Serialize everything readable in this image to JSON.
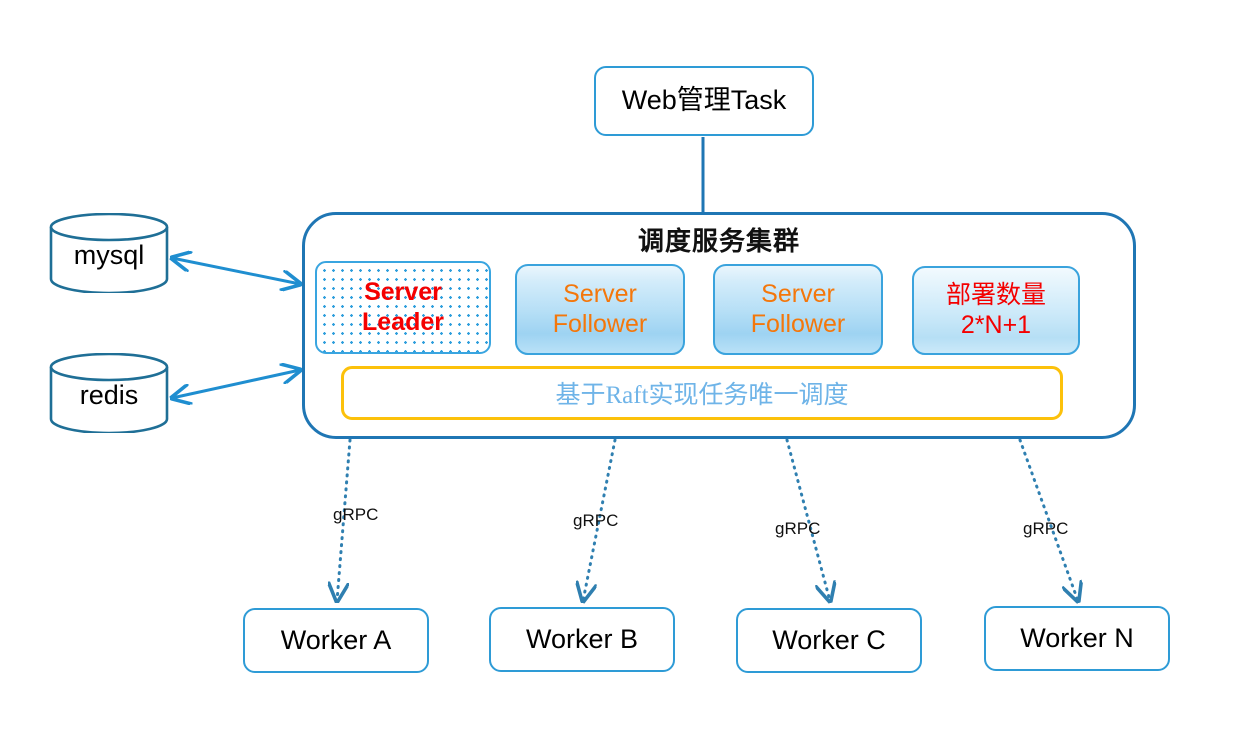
{
  "diagram": {
    "title": "调度服务集群",
    "type": "architecture-diagram"
  },
  "top": {
    "web_task": "Web管理Task"
  },
  "cluster": {
    "title": "调度服务集群",
    "nodes": [
      {
        "id": "leader",
        "line1": "Server",
        "line2": "Leader",
        "role": "leader",
        "text_color": "#f40000"
      },
      {
        "id": "follower1",
        "line1": "Server",
        "line2": "Follower",
        "role": "follower",
        "text_color": "#f4770b"
      },
      {
        "id": "follower2",
        "line1": "Server",
        "line2": "Follower",
        "role": "follower",
        "text_color": "#f4770b"
      },
      {
        "id": "count",
        "line1": "部署数量",
        "line2": "2*N+1",
        "role": "note",
        "text_color": "#f40000"
      }
    ],
    "raft_bar": "基于Raft实现任务唯一调度"
  },
  "datastores": [
    {
      "id": "mysql",
      "label": "mysql"
    },
    {
      "id": "redis",
      "label": "redis"
    }
  ],
  "workers": [
    {
      "id": "worker-a",
      "label": "Worker A",
      "edge_label": "gRPC"
    },
    {
      "id": "worker-b",
      "label": "Worker B",
      "edge_label": "gRPC"
    },
    {
      "id": "worker-c",
      "label": "Worker C",
      "edge_label": "gRPC"
    },
    {
      "id": "worker-n",
      "label": "Worker N",
      "edge_label": "gRPC"
    }
  ],
  "colors": {
    "border_blue": "#2e9bd6",
    "cluster_blue": "#1f76b4",
    "arrow_blue": "#1f8ed0",
    "cylinder_stroke": "#1f6f96",
    "raft_border_yellow": "#fcc10b",
    "raft_text_blue": "#6fb4e8",
    "leader_text_red": "#f40000",
    "follower_text_orange": "#f4770b",
    "dot_pattern_blue": "#2f9fdd"
  }
}
